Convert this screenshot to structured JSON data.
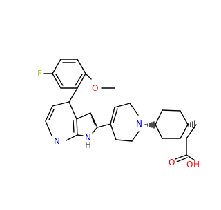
{
  "molecule": {
    "atom_labels": {
      "fluorine": "F",
      "methoxy_oxygen": "O",
      "pyridine_nitrogen": "N",
      "pyrrole_nitrogen": "N",
      "pyrrole_hydrogen": "H",
      "piperidine_nitrogen": "N",
      "carbonyl_oxygen": "O",
      "hydroxyl_oxygen": "O",
      "hydroxyl_hydrogen": "H"
    },
    "colors": {
      "bond": "#000000",
      "fluorine": "#9acd32",
      "oxygen": "#ff0000",
      "nitrogen": "#0000ff"
    }
  }
}
